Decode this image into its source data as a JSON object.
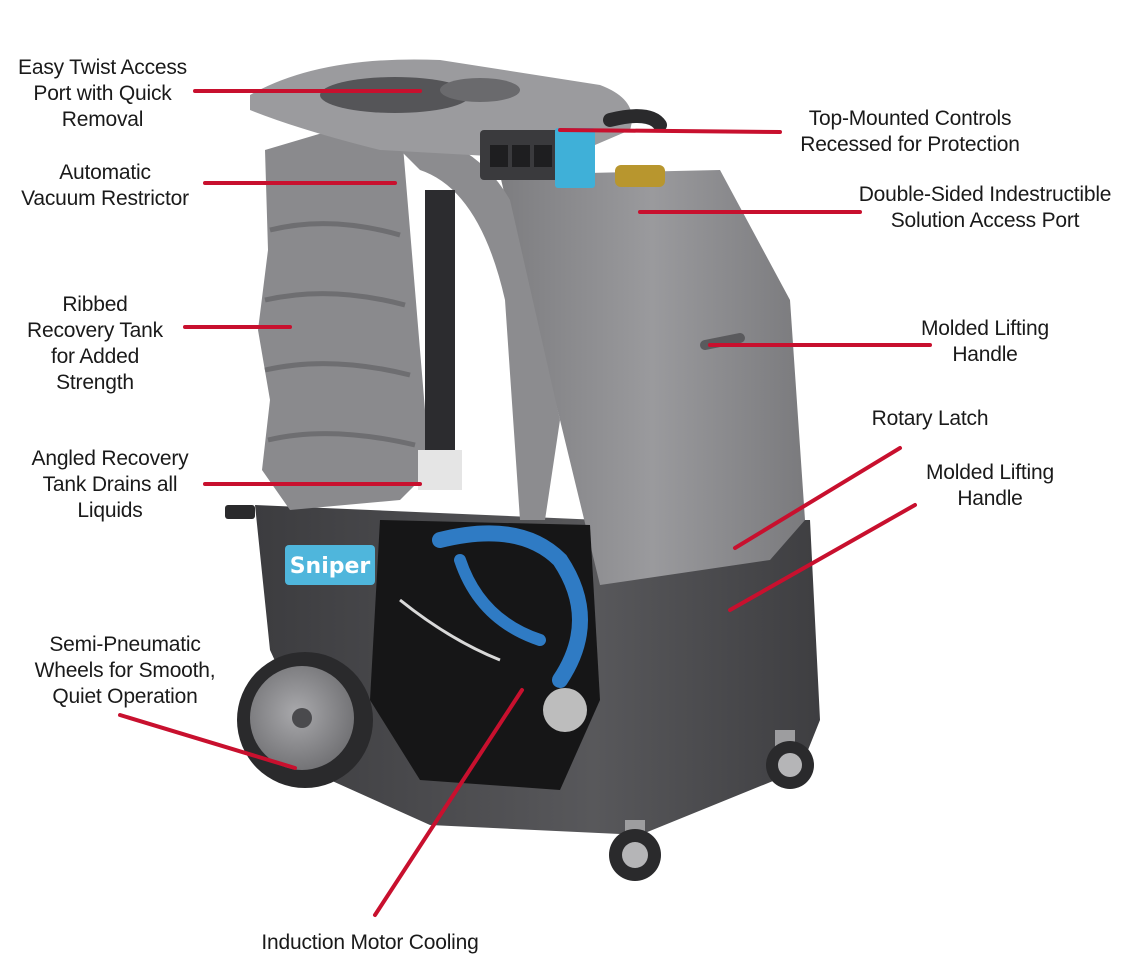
{
  "brand": "Sniper",
  "colors": {
    "leader": "#c8102e",
    "body_light": "#8e8e90",
    "body_dark": "#4a4a4d",
    "hose": "#2f7bc4",
    "accent_blue": "#3fb0d8"
  },
  "labels": {
    "easy_twist": "Easy Twist Access\nPort with Quick\nRemoval",
    "vacuum_restrictor": "Automatic\nVacuum Restrictor",
    "ribbed_tank": "Ribbed\nRecovery Tank\nfor Added\nStrength",
    "angled_tank": "Angled Recovery\nTank Drains all\nLiquids",
    "wheels": "Semi-Pneumatic\nWheels for Smooth,\nQuiet Operation",
    "induction_motor": "Induction Motor Cooling",
    "top_controls": "Top-Mounted Controls\nRecessed for Protection",
    "solution_port": "Double-Sided Indestructible\nSolution Access Port",
    "lifting_handle_1": "Molded Lifting\nHandle",
    "rotary_latch": "Rotary Latch",
    "lifting_handle_2": "Molded Lifting\nHandle"
  }
}
